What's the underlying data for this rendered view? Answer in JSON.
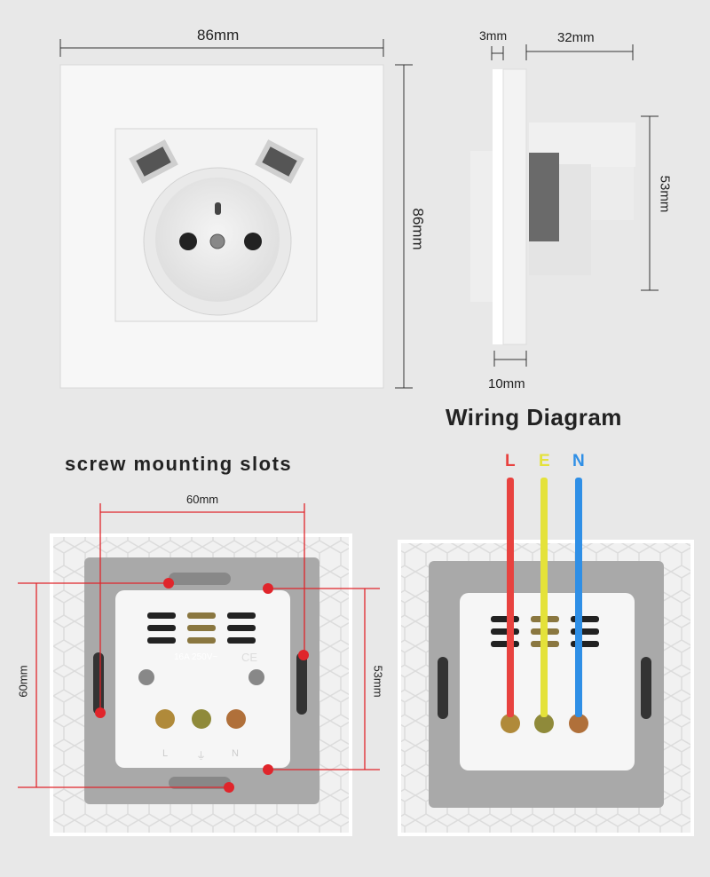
{
  "front_view": {
    "width_label": "86mm",
    "height_label": "86mm"
  },
  "side_view": {
    "glass_label": "3mm",
    "depth_label": "32mm",
    "body_height_label": "53mm",
    "thickness_label": "10mm"
  },
  "wiring": {
    "title": "Wiring Diagram",
    "wires": [
      {
        "label": "L",
        "color": "#e8423f"
      },
      {
        "label": "E",
        "color": "#e4e23a"
      },
      {
        "label": "N",
        "color": "#2f8fe6"
      }
    ]
  },
  "mounting": {
    "title": "screw mounting slots",
    "horizontal_label": "60mm",
    "vertical_label": "60mm",
    "inner_vertical_label": "53mm",
    "marker_color": "#e0252b"
  },
  "module": {
    "rating": "16A 250V~",
    "mark": "CE",
    "terminals": [
      "L",
      "⏚",
      "N"
    ]
  }
}
